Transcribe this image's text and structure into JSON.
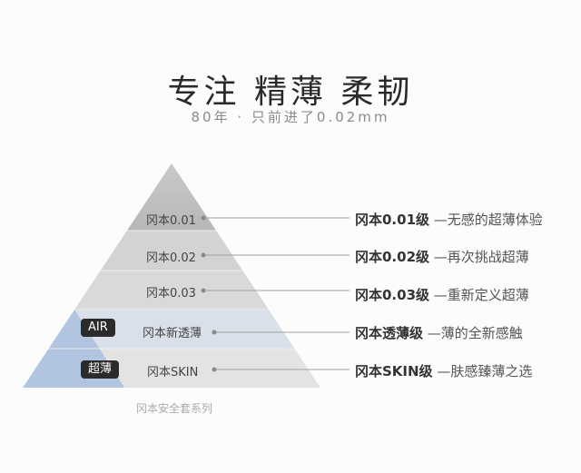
{
  "header": {
    "title": "专注  精薄  柔韧",
    "subtitle": "80年 · 只前进了0.02mm"
  },
  "pyramid": {
    "tiers": [
      {
        "label": "冈本0.01",
        "name": "冈本0.01级",
        "desc": "—无感的超薄体验"
      },
      {
        "label": "冈本0.02",
        "name": "冈本0.02级",
        "desc": "—再次挑战超薄"
      },
      {
        "label": "冈本0.03",
        "name": "冈本0.03级",
        "desc": "—重新定义超薄"
      },
      {
        "label": "冈本新透薄",
        "name": "冈本透薄级",
        "desc": "—薄的全新感触",
        "badge": "AIR"
      },
      {
        "label": "冈本SKIN",
        "name": "冈本SKIN级",
        "desc": "—肤感臻薄之选",
        "badge": "超薄"
      }
    ],
    "caption": "冈本安全套系列"
  },
  "colors": {
    "tier1": "#bdbdbd",
    "tier2": "#d2d2d2",
    "tier3": "#dadada",
    "tier4": "#d8dfe9",
    "tier5": "#e2e2e2",
    "blue_overlay": "#a9bfdf",
    "badge_bg": "#2b2b2b",
    "leader_line": "#9a9a9a"
  }
}
